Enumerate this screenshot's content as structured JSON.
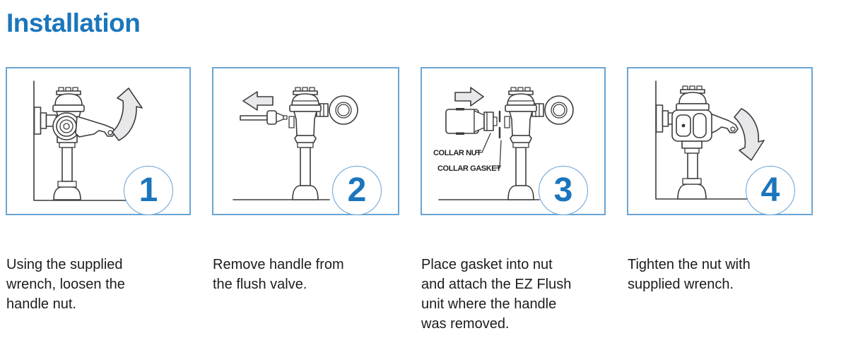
{
  "page": {
    "title": "Installation"
  },
  "theme": {
    "title_color": "#1b76bc",
    "panel_border_color": "#6aa5d4",
    "badge_border_color": "#64a2d8",
    "badge_number_color": "#1b75bc",
    "line_art_color": "#3c3c3f",
    "arrow_fill": "#e8e8ea",
    "caption_color": "#1c1c1e"
  },
  "steps": [
    {
      "number": "1",
      "caption": "Using the supplied\nwrench, loosen the\nhandle nut.",
      "illustration": "flush valve on wall with wrench on handle nut, curved arrow turning counterclockwise"
    },
    {
      "number": "2",
      "caption": "Remove handle from\nthe flush valve.",
      "illustration": "flush valve with handle pulled off, block arrow pointing left"
    },
    {
      "number": "3",
      "caption": "Place gasket into nut\nand attach the EZ Flush\nunit where the handle\nwas removed.",
      "illustration": "EZ Flush unit with collar nut and collar gasket, block arrow pointing right toward flush valve",
      "part_labels": {
        "collar_nut": "COLLAR NUT",
        "collar_gasket": "COLLAR GASKET"
      }
    },
    {
      "number": "4",
      "caption": "Tighten the nut with\nsupplied wrench.",
      "illustration": "EZ Flush unit installed on flush valve, wrench tightening nut, curved arrow turning clockwise"
    }
  ]
}
